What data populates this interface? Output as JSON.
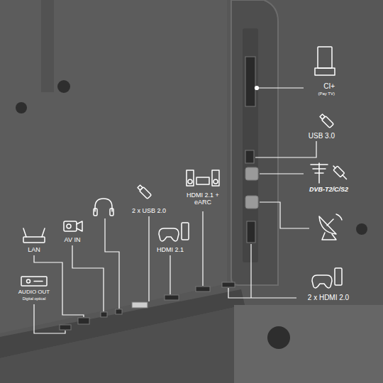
{
  "diagram": {
    "labels": [
      "CI+",
      "(Pay TV)",
      "USB 3.0",
      "DVB-T2/C/S2",
      "HDMI 2.1 + eARC",
      "2 x USB 2.0",
      "HDMI 2.1",
      "AV IN",
      "LAN",
      "AUDIO OUT",
      "Digital optical",
      "2 x HDMI 2.0"
    ]
  }
}
